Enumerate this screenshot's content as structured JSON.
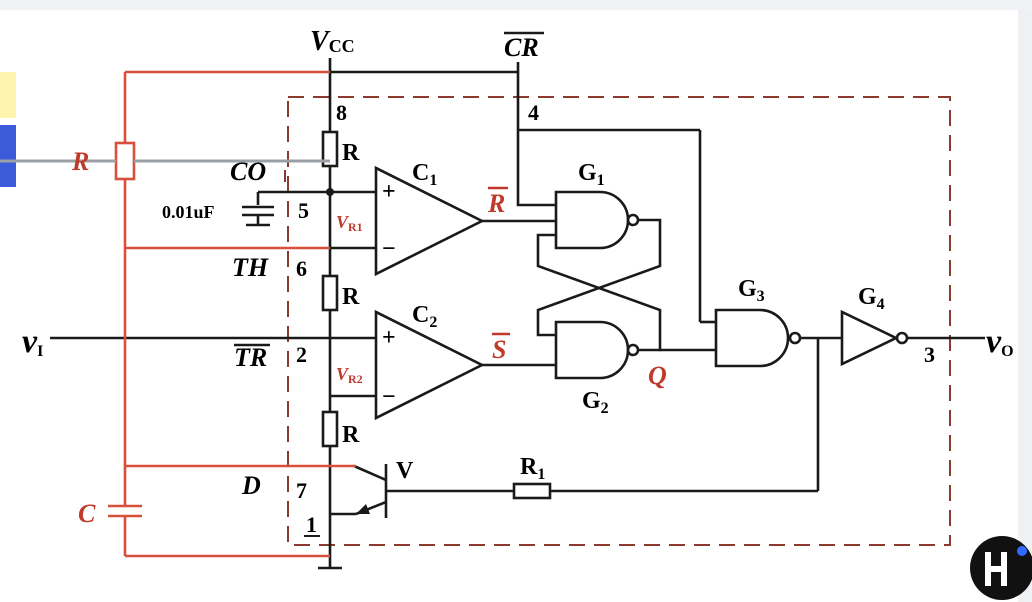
{
  "colors": {
    "wire": "#1a1a1a",
    "external": "#d9503a",
    "internal_box": "#8b3a2e",
    "label_red": "#c0392b",
    "blue_tab": "#3b5bdb",
    "yellow_tab": "#fff3b0"
  },
  "labels": {
    "vcc_main": "V",
    "vcc_sub": "CC",
    "cr": "CR",
    "pin8": "8",
    "pin4": "4",
    "pin5": "5",
    "pin6": "6",
    "pin2": "2",
    "pin7": "7",
    "pin1": "1",
    "pin3": "3",
    "r_top": "R",
    "r_mid": "R",
    "r_bot": "R",
    "r_ext": "R",
    "co": "CO",
    "cap_value": "0.01uF",
    "th": "TH",
    "tr": "TR",
    "d": "D",
    "c_ext": "C",
    "c1_main": "C",
    "c1_sub": "1",
    "c2_main": "C",
    "c2_sub": "2",
    "vr1_main": "V",
    "vr1_sub": "R1",
    "vr2_main": "V",
    "vr2_sub": "R2",
    "r_bar": "R",
    "s_bar": "S",
    "q": "Q",
    "g1_main": "G",
    "g1_sub": "1",
    "g2_main": "G",
    "g2_sub": "2",
    "g3_main": "G",
    "g3_sub": "3",
    "g4_main": "G",
    "g4_sub": "4",
    "r1_main": "R",
    "r1_sub": "1",
    "transistor": "V",
    "vi_main": "v",
    "vi_sub": "I",
    "vo_main": "v",
    "vo_sub": "O",
    "plus1": "+",
    "minus1": "−",
    "plus2": "+",
    "minus2": "−"
  },
  "icons": {
    "logo": "k-logo-icon"
  }
}
